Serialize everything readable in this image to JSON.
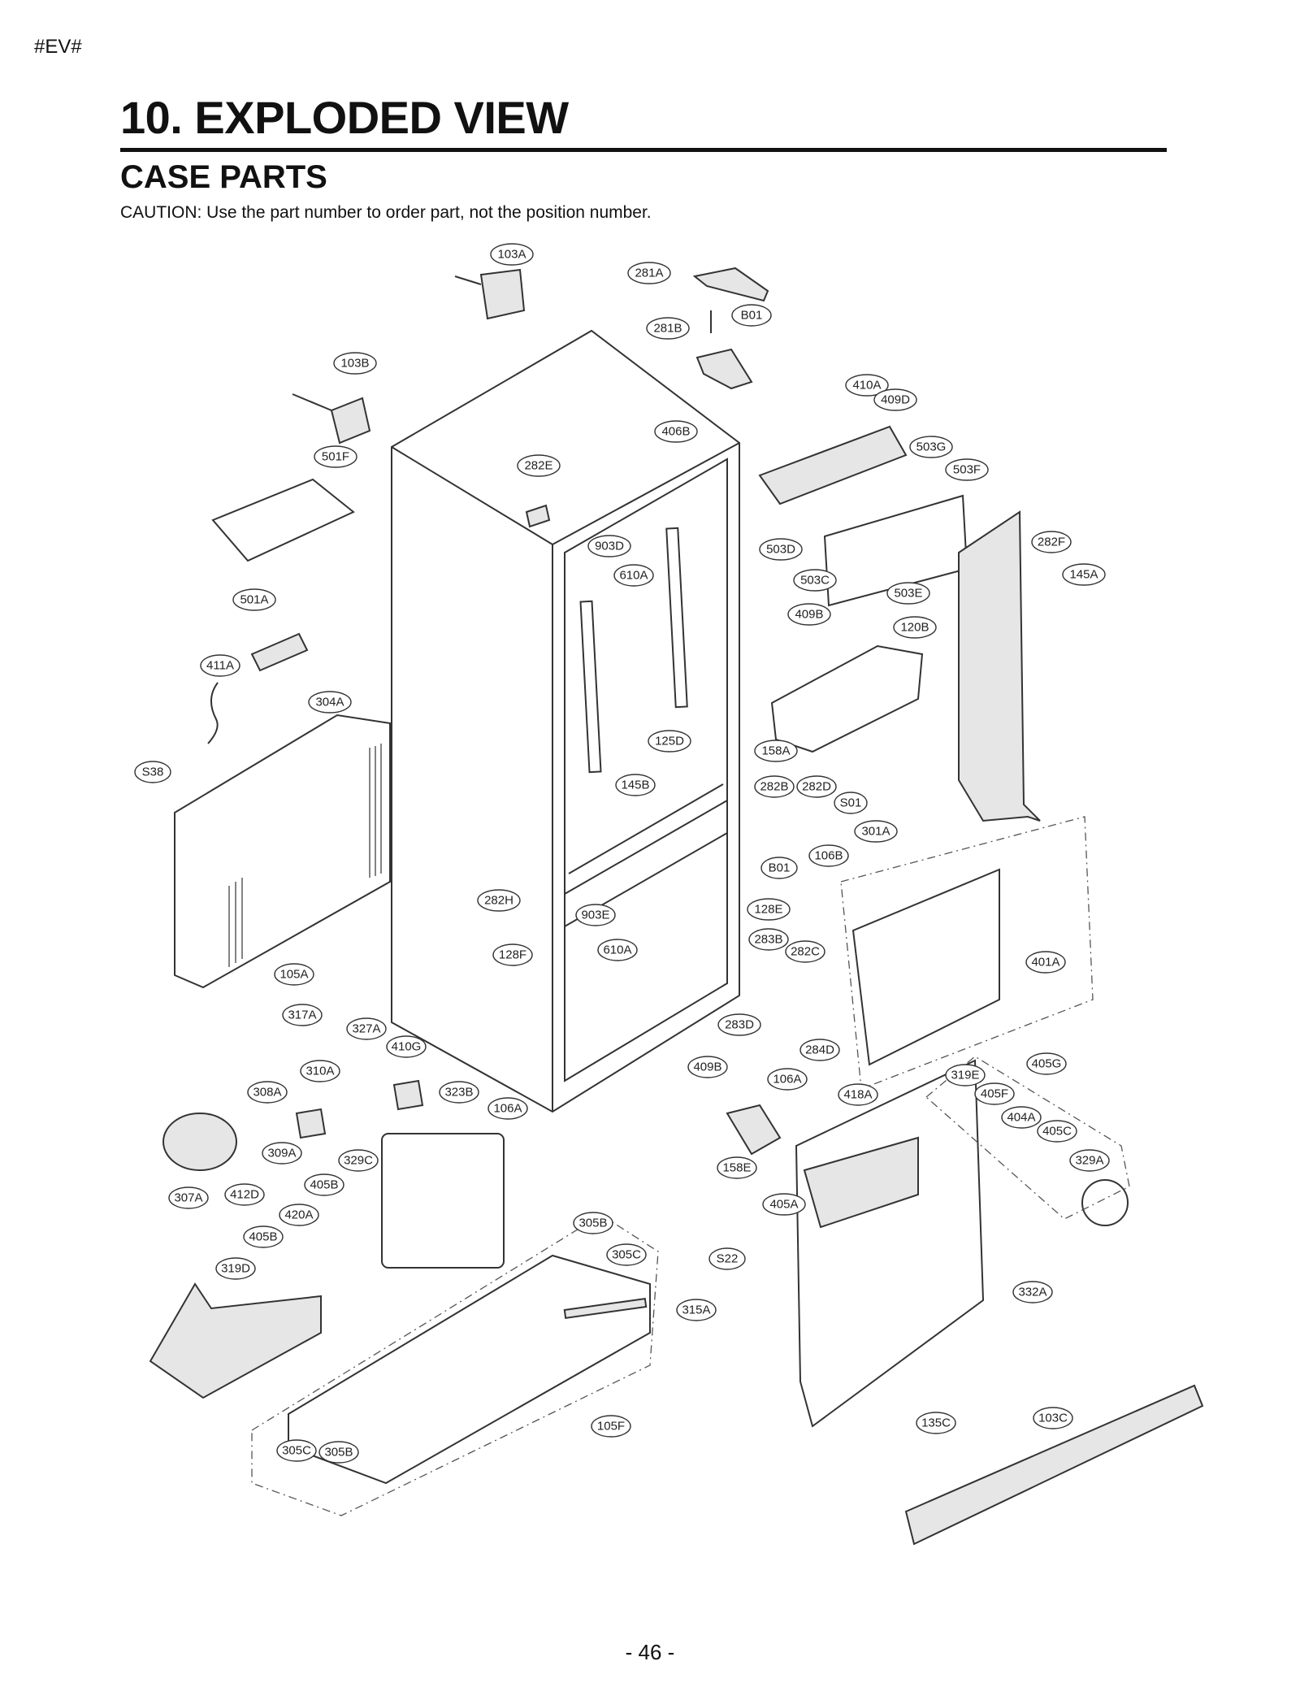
{
  "page_tag": "#EV#",
  "heading": "10. EXPLODED VIEW",
  "section": "CASE PARTS",
  "caution": "CAUTION: Use the part number to order part, not the position number.",
  "page_number": "- 46 -",
  "callouts": [
    "103A",
    "281A",
    "B01",
    "281B",
    "103B",
    "410A",
    "409D",
    "406B",
    "503G",
    "501F",
    "282E",
    "503F",
    "903D",
    "503D",
    "282F",
    "610A",
    "503C",
    "145A",
    "503E",
    "501A",
    "409B",
    "120B",
    "411A",
    "304A",
    "125D",
    "158A",
    "S38",
    "145B",
    "282B",
    "282D",
    "S01",
    "301A",
    "B01",
    "106B",
    "282H",
    "128E",
    "903E",
    "283B",
    "282C",
    "610A",
    "128F",
    "401A",
    "105A",
    "283D",
    "317A",
    "327A",
    "284D",
    "410G",
    "409B",
    "106A",
    "310A",
    "418A",
    "405G",
    "319E",
    "308A",
    "323B",
    "106A",
    "405F",
    "404A",
    "405C",
    "309A",
    "329C",
    "158E",
    "329A",
    "307A",
    "412D",
    "405B",
    "405A",
    "420A",
    "305B",
    "405B",
    "305C",
    "S22",
    "319D",
    "315A",
    "332A",
    "105F",
    "135C",
    "103C",
    "305C",
    "305B"
  ]
}
